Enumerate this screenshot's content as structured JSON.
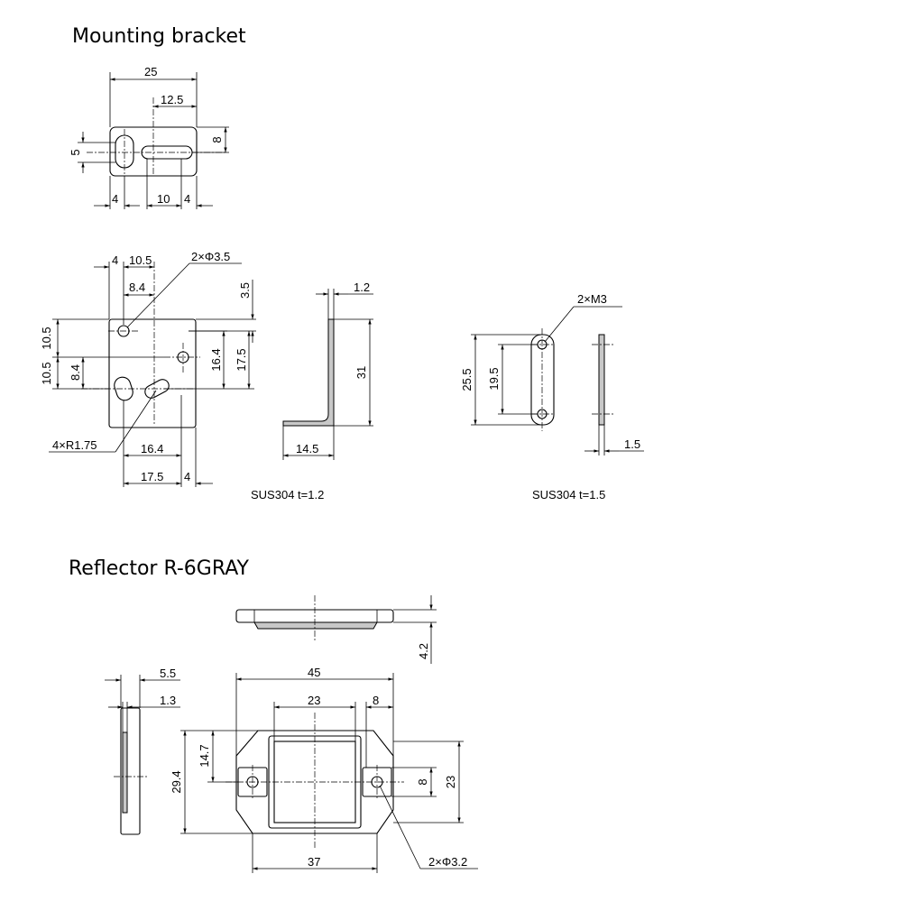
{
  "titles": {
    "bracket": "Mounting bracket",
    "reflector": "Reflector R-6GRAY"
  },
  "bracket_top": {
    "w25": "25",
    "w12_5": "12.5",
    "h5": "5",
    "h8": "8",
    "b4a": "4",
    "b10": "10",
    "b4b": "4"
  },
  "bracket_front": {
    "t4": "4",
    "t10_5": "10.5",
    "t8_4": "8.4",
    "hole_note": "2×Φ3.5",
    "v3_5": "3.5",
    "l10_5a": "10.5",
    "l10_5b": "10.5",
    "l8_4": "8.4",
    "r16_4": "16.4",
    "r17_5": "17.5",
    "radius_note": "4×R1.75",
    "b16_4": "16.4",
    "b17_5": "17.5",
    "b4": "4"
  },
  "bracket_side": {
    "t1_2": "1.2",
    "h31": "31",
    "b14_5": "14.5",
    "material": "SUS304 t=1.2"
  },
  "plate": {
    "note_m3": "2×M3",
    "h25_5": "25.5",
    "h19_5": "19.5",
    "t1_5": "1.5",
    "material": "SUS304 t=1.5"
  },
  "reflector": {
    "h4_2": "4.2",
    "w5_5": "5.5",
    "w1_3": "1.3",
    "w45": "45",
    "w23": "23",
    "w8": "8",
    "h14_7": "14.7",
    "h29_4": "29.4",
    "r8": "8",
    "r23": "23",
    "w37": "37",
    "hole_note": "2×Φ3.2"
  }
}
